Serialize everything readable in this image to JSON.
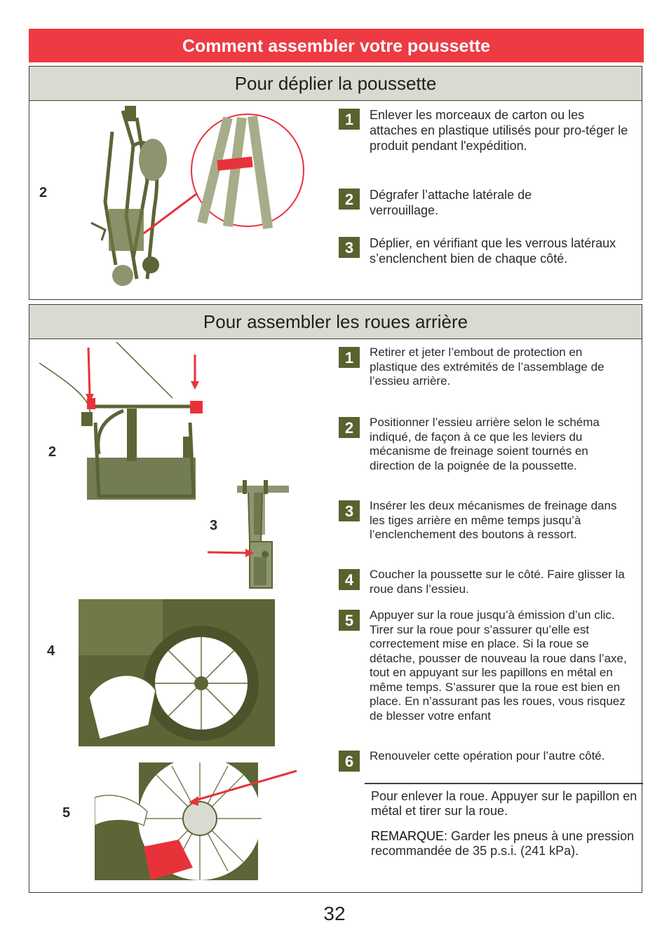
{
  "banner": {
    "title": "Comment assembler votre poussette"
  },
  "section1": {
    "title": "Pour déplier la poussette",
    "figure_label": "2",
    "steps": [
      {
        "num": "1",
        "text": "Enlever les morceaux de carton ou les attaches en plastique utilisés pour pro-téger le produit pendant l'expédition."
      },
      {
        "num": "2",
        "text": "Dégrafer l’attache latérale de verrouillage."
      },
      {
        "num": "3",
        "text": "Déplier, en vérifiant que les verrous latéraux s’enclenchent bien de chaque côté."
      }
    ]
  },
  "section2": {
    "title": "Pour assembler les roues arrière",
    "figure_labels": [
      "2",
      "3",
      "4",
      "5"
    ],
    "steps": [
      {
        "num": "1",
        "text": "Retirer et jeter l’embout de protection en plastique des extrémités de l’assemblage de l’essieu arrière."
      },
      {
        "num": "2",
        "text": "Positionner l’essieu arrière selon le schéma indiqué, de façon à ce que les leviers du mécanisme de freinage soient tournés en direction de la poignée de la poussette."
      },
      {
        "num": "3",
        "text": "Insérer les deux mécanismes de freinage dans les tiges arrière en même temps jusqu’à l’enclenchement des boutons à ressort."
      },
      {
        "num": "4",
        "text": "Coucher la poussette sur le côté. Faire glisser la roue dans l’essieu."
      },
      {
        "num": "5",
        "text": "Appuyer sur la roue jusqu’à émission d’un clic. Tirer sur la roue pour s’assurer qu’elle est correctement mise en place.  Si la roue se détache, pousser de nouveau la roue dans l’axe, tout en appuyant sur les papillons en métal en même temps. S’assurer que la roue est bien en place. En n’assurant pas les roues, vous risquez de blesser votre enfant"
      },
      {
        "num": "6",
        "text": "Renouveler cette opération pour l’autre côté."
      }
    ],
    "note1": "Pour enlever la roue. Appuyer sur le papillon en métal et tirer sur la roue.",
    "note2_label": "REMARQUE:",
    "note2_text": " Garder les pneus à une pression recommandée de 35 p.s.i. (241 kPa)."
  },
  "page_number": "32",
  "colors": {
    "banner": "#ed3a43",
    "header_band": "#d8dcd0",
    "step_badge": "#58622f",
    "illustration": "#5b6535",
    "arrow": "#e8323a"
  }
}
